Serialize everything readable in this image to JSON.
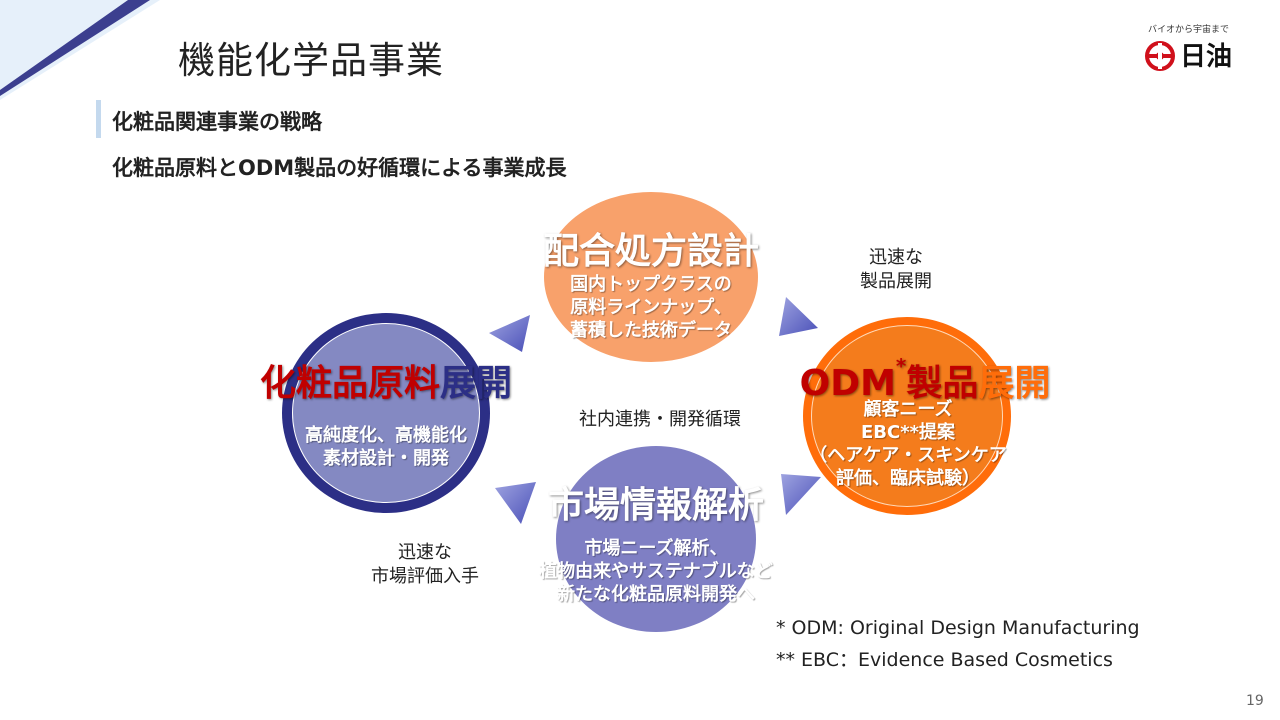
{
  "page": {
    "title": "機能化学品事業",
    "section_heading": "化粧品関連事業の戦略",
    "sub_heading": "化粧品原料とODM製品の好循環による事業成長",
    "page_number": "19"
  },
  "logo": {
    "tagline": "バイオから宇宙まで",
    "name": "日油"
  },
  "diagram": {
    "top": {
      "title": "配合処方設計",
      "lines": [
        "国内トップクラスの",
        "原料ラインナップ、",
        "蓄積した技術データ"
      ]
    },
    "left": {
      "title_red": "化粧品原料",
      "title_blue": "展開",
      "lines": [
        "高純度化、高機能化",
        "素材設計・開発"
      ]
    },
    "right": {
      "title_red": "ODM",
      "title_star": "*",
      "title_rest_red": "製品",
      "title_rest_orange": "展開",
      "lines": [
        "顧客ニーズ",
        "EBC**提案",
        "（ヘアケア・スキンケア",
        "評価、臨床試験）"
      ]
    },
    "bottom": {
      "title": "市場情報解析",
      "lines": [
        "市場ニーズ解析、",
        "植物由来やサステナブルなど",
        "新たな化粧品原料開発へ"
      ]
    },
    "center_label": "社内連携・開発循環",
    "label_top_right": [
      "迅速な",
      "製品展開"
    ],
    "label_bottom_left": [
      "迅速な",
      "市場評価入手"
    ]
  },
  "footnotes": [
    "*  ODM: Original Design Manufacturing",
    "** EBC：Evidence Based Cosmetics"
  ],
  "colors": {
    "accent_navy": "#2c2f86",
    "accent_orange": "#ff6d0a",
    "accent_peach": "#f8a16b",
    "accent_purple": "#7f7fc4",
    "title_red": "#c00000",
    "arrow_blue": "#6b70c8"
  },
  "icons": {
    "logo_mark": "nof-logo-icon",
    "arrows": "triangle-arrow-icon"
  }
}
